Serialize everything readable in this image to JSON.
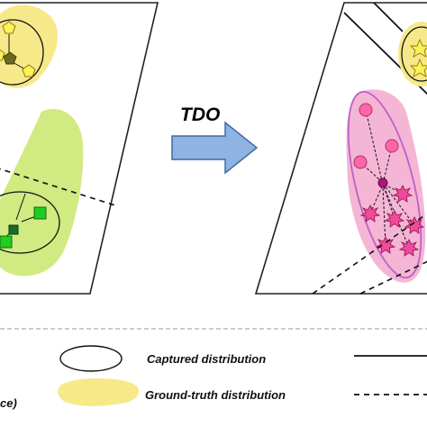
{
  "arrow": {
    "label": "TDO"
  },
  "legend": {
    "captured_label": "Captured distribution",
    "ground_truth_label": "Ground-truth distribution",
    "left_fragment": "ce)"
  },
  "colors": {
    "yellow_fill": "#f7e98a",
    "yellow_node": "#fff15a",
    "olive_node": "#6b6a1e",
    "green_fill": "#d2ea82",
    "green_node": "#22cc22",
    "green_center": "#1b6b2a",
    "pink_fill": "#f4b6d4",
    "pink_ellipse_stroke": "#c060c8",
    "pink_node": "#ff66a8",
    "magenta_center": "#b0147a",
    "star_fill": "#ee4b9b",
    "arrow_fill": "#8fb3e3",
    "arrow_stroke": "#3e6aa6"
  },
  "icons": {
    "pentagon": "pentagon-icon",
    "square": "square-icon",
    "circle": "circle-icon",
    "star": "star-icon"
  }
}
